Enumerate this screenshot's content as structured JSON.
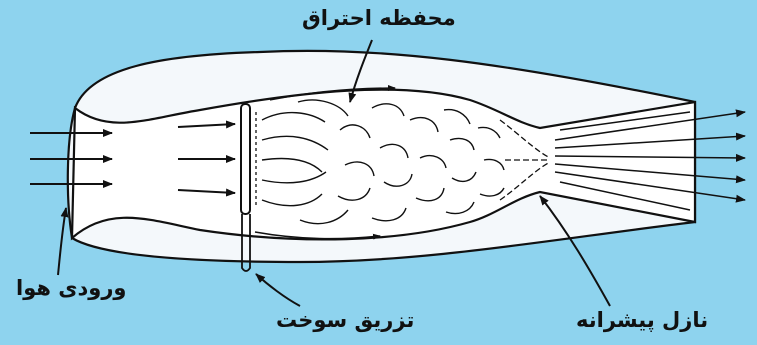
{
  "labels": {
    "combustion_chamber": "محفظه احتراق",
    "air_inlet": "ورودی هوا",
    "fuel_injection": "تزریق سوخت",
    "thrust_nozzle": "نازل پیشرانه"
  },
  "colors": {
    "background": "#8ed3ee",
    "engine_fill": "#f4f8fb",
    "line": "#111111"
  }
}
